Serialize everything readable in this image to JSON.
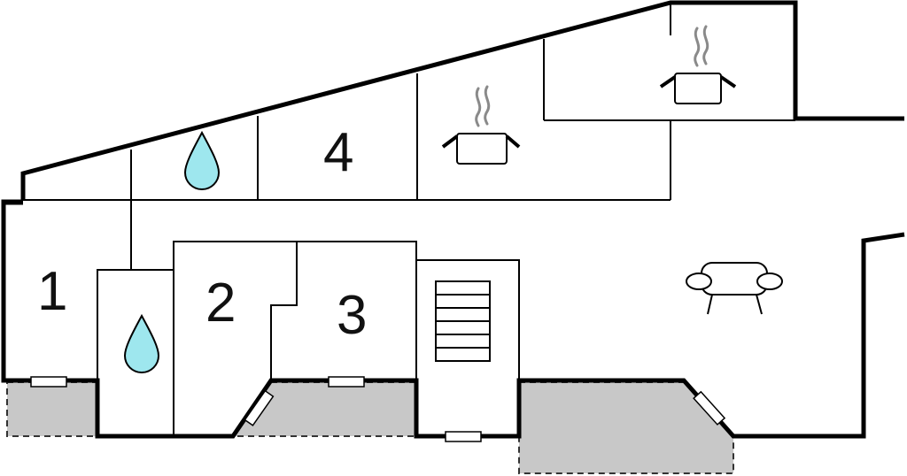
{
  "rooms": [
    {
      "id": "room-1",
      "label": "1"
    },
    {
      "id": "room-2",
      "label": "2"
    },
    {
      "id": "room-3",
      "label": "3"
    },
    {
      "id": "room-4",
      "label": "4"
    }
  ],
  "icons": {
    "bathroom": "water-drop-icon",
    "kitchen": "cooking-pot-icon",
    "living": "sofa-icon",
    "stairs": "staircase-icon"
  },
  "colors": {
    "wall": "#000000",
    "terrace": "#c8c8c8",
    "water": "#9ee7ee",
    "steam": "#8a8a8a"
  }
}
